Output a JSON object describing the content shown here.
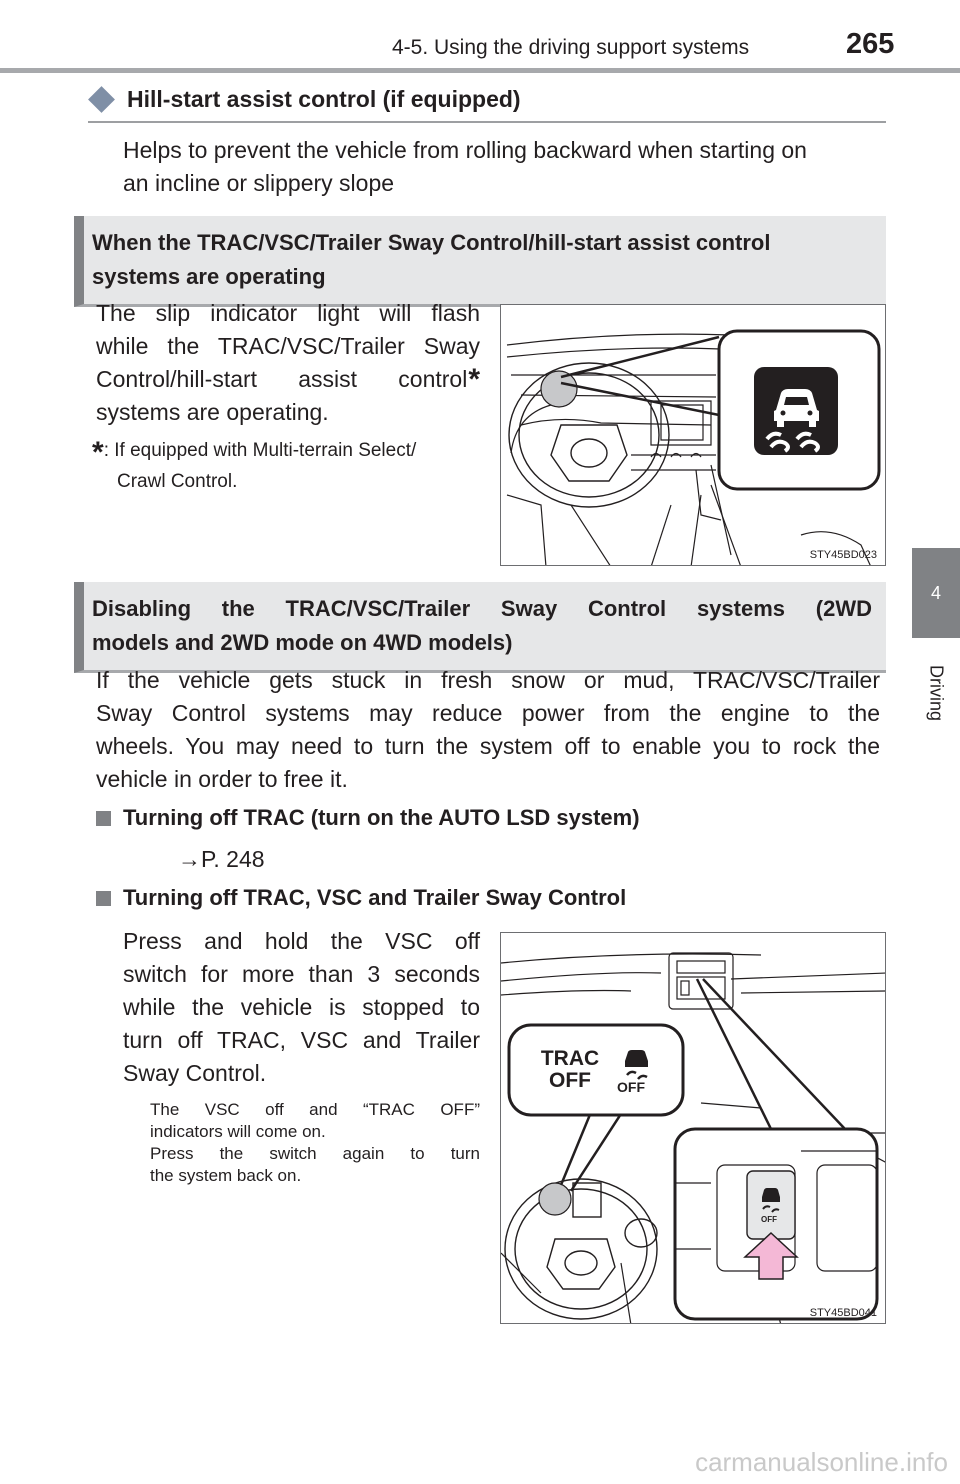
{
  "header": {
    "section_title": "4-5. Using the driving support systems",
    "page_number": "265"
  },
  "side_tab": {
    "chapter_number": "4",
    "chapter_name": "Driving"
  },
  "hill_start": {
    "heading": "Hill-start assist control (if equipped)",
    "line1": "Helps to prevent the vehicle from rolling backward when starting on",
    "line2": "an incline or slippery slope"
  },
  "operating_section": {
    "title_line1": "When the TRAC/VSC/Trailer Sway Control/hill-start assist control",
    "title_line2": "systems are operating",
    "line1": "The slip indicator light will flash",
    "line2": "while the TRAC/VSC/Trailer Sway",
    "line3": "Control/hill-start assist control",
    "line3_mark": "*",
    "line4": "systems are operating.",
    "footnote_mark": "*",
    "footnote_line1": ": If equipped with Multi-terrain Select/",
    "footnote_line2": "Crawl Control.",
    "figure_code": "STY45BD023"
  },
  "disabling_section": {
    "title_line1": "Disabling the TRAC/VSC/Trailer Sway Control systems (2WD",
    "title_line2": "models and 2WD mode on 4WD models)",
    "line1": "If the vehicle gets stuck in fresh snow or mud, TRAC/VSC/Trailer",
    "line2": "Sway Control systems may reduce power from the engine to the",
    "line3": "wheels. You may need to turn the system off to enable you to rock the",
    "line4": "vehicle in order to free it."
  },
  "turning_off_trac": {
    "heading": "Turning off TRAC (turn on the AUTO LSD system)",
    "ref_arrow": "→",
    "ref_text": "P. 248"
  },
  "turning_off_all": {
    "heading": "Turning off TRAC, VSC and Trailer Sway Control",
    "line1": "Press and hold the VSC off",
    "line2": "switch for more than 3 seconds",
    "line3": "while the vehicle is stopped to",
    "line4": "turn off TRAC, VSC and Trailer",
    "line5": "Sway Control.",
    "note_line1": "The VSC off and “TRAC OFF”",
    "note_line2": "indicators will come on.",
    "note_line3": "Press the switch again to turn",
    "note_line4": "the system back on.",
    "figure_code": "STY45BD041",
    "callout_trac": "TRAC",
    "callout_off": "OFF",
    "callout_icon_off": "OFF",
    "switch_off": "OFF"
  },
  "watermark": "carmanualsonline.info",
  "icons": {
    "slip_indicator": "vehicle-skid-icon",
    "vsc_off": "vsc-off-icon",
    "arrow": "press-arrow-icon"
  },
  "colors": {
    "section_bar_bg": "#e6e7e8",
    "section_bar_accent": "#808285",
    "press_arrow": "#f4b8d6"
  }
}
